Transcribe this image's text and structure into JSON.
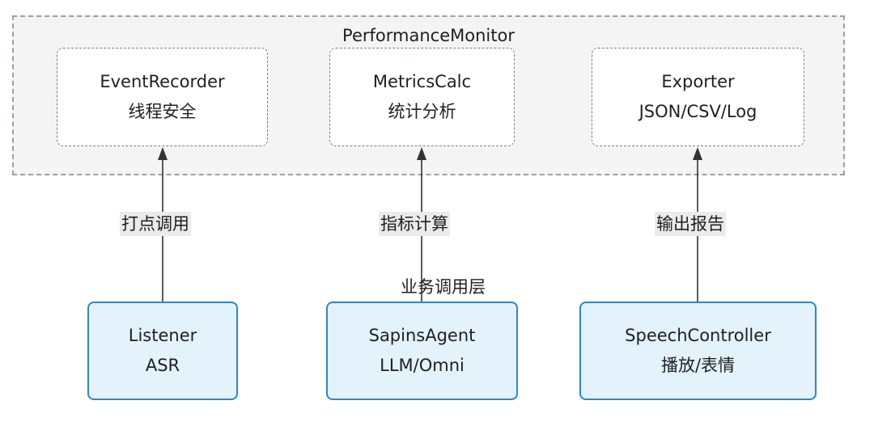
{
  "monitor": {
    "title": "PerformanceMonitor",
    "modules": [
      {
        "name": "EventRecorder",
        "desc": "线程安全"
      },
      {
        "name": "MetricsCalc",
        "desc": "统计分析"
      },
      {
        "name": "Exporter",
        "desc": "JSON/CSV/Log"
      }
    ]
  },
  "layer_label": "业务调用层",
  "clients": [
    {
      "name": "Listener",
      "desc": "ASR"
    },
    {
      "name": "SapinsAgent",
      "desc": "LLM/Omni"
    },
    {
      "name": "SpeechController",
      "desc": "播放/表情"
    }
  ],
  "edges": [
    {
      "label": "打点调用"
    },
    {
      "label": "指标计算"
    },
    {
      "label": "输出报告"
    }
  ],
  "colors": {
    "client_fill": "#e3f2fb",
    "client_border": "#2f86c6",
    "module_border": "#7a7f85",
    "group_fill": "#f4f4f4",
    "edge": "#333333"
  }
}
